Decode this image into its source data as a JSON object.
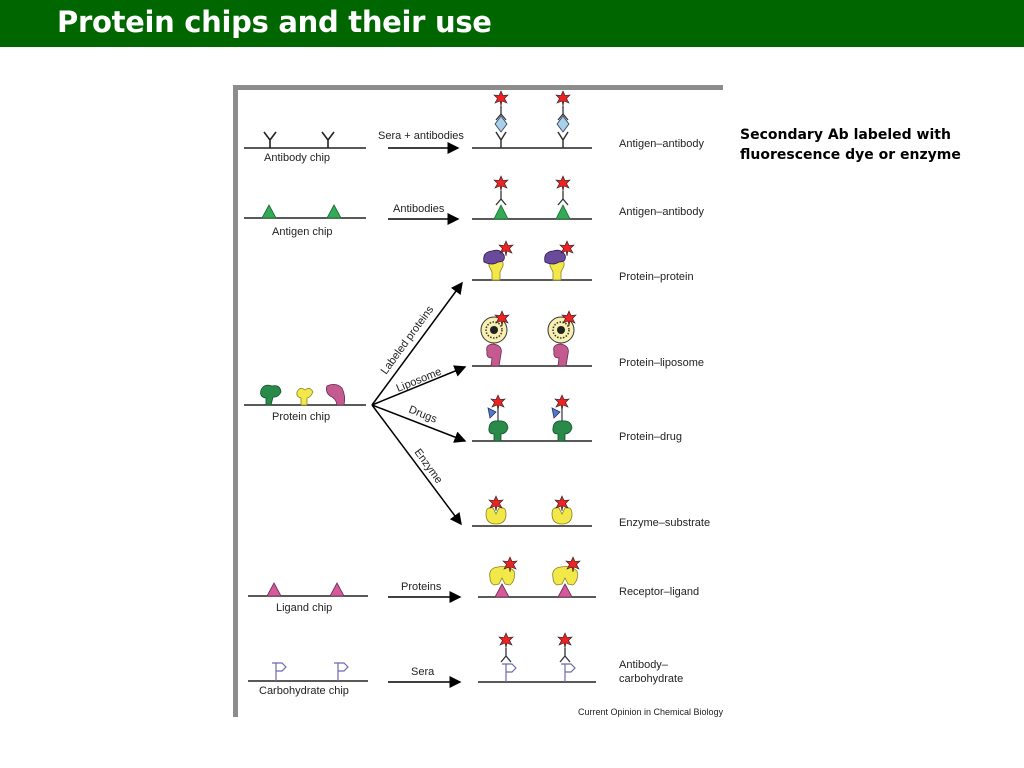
{
  "slide": {
    "title": "Protein chips and their use"
  },
  "note": {
    "line1": "Secondary Ab labeled with",
    "line2": "fluorescence dye or enzyme"
  },
  "figure": {
    "rows": [
      {
        "chip": "Antibody chip",
        "arrow": "Sera + antibodies",
        "result": "Antigen–antibody"
      },
      {
        "chip": "Antigen chip",
        "arrow": "Antibodies",
        "result": "Antigen–antibody"
      },
      {
        "chip": "Protein chip",
        "branches": [
          {
            "arrow": "Labeled proteins",
            "result": "Protein–protein"
          },
          {
            "arrow": "Liposome",
            "result": "Protein–liposome"
          },
          {
            "arrow": "Drugs",
            "result": "Protein–drug"
          },
          {
            "arrow": "Enzyme",
            "result": "Enzyme–substrate"
          }
        ]
      },
      {
        "chip": "Ligand chip",
        "arrow": "Proteins",
        "result": "Receptor–ligand"
      },
      {
        "chip": "Carbohydrate chip",
        "arrow": "Sera",
        "result_line1": "Antibody–",
        "result_line2": "carbohydrate"
      }
    ],
    "credit": "Current Opinion in Chemical Biology"
  },
  "colors": {
    "title_bar": "#006600",
    "antigen_green": "#33aa55",
    "ligand_pink": "#d45a9a",
    "label_red": "#ee2222",
    "yellow_protein": "#f2e84a",
    "purple_protein": "#6a4a9a",
    "blue_antigen": "#a8d0e8"
  }
}
